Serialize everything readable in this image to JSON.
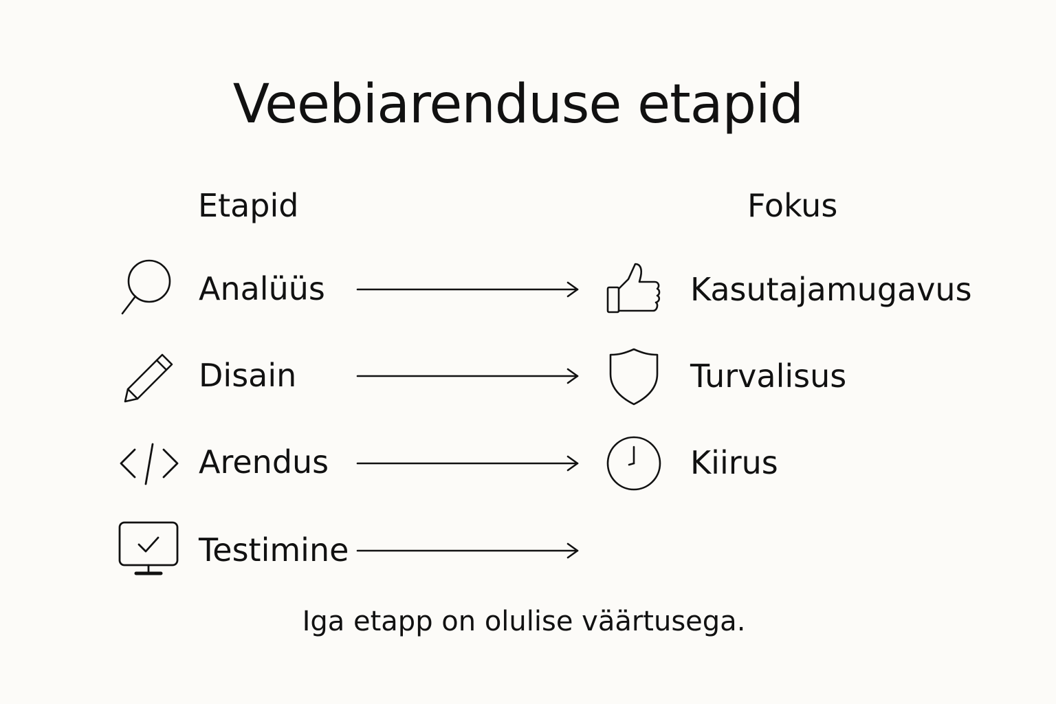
{
  "title": "Veebiarenduse etapid",
  "headers": {
    "stages": "Etapid",
    "focus": "Fokus"
  },
  "stages": [
    {
      "label": "Analüüs",
      "icon": "magnifier-icon"
    },
    {
      "label": "Disain",
      "icon": "pencil-icon"
    },
    {
      "label": "Arendus",
      "icon": "code-icon"
    },
    {
      "label": "Testimine",
      "icon": "monitor-check-icon"
    }
  ],
  "focus": [
    {
      "label": "Kasutajamugavus",
      "icon": "thumbs-up-icon"
    },
    {
      "label": "Turvalisus",
      "icon": "shield-icon"
    },
    {
      "label": "Kiirus",
      "icon": "clock-icon"
    }
  ],
  "footer": "Iga etapp on olulise väärtusega.",
  "colors": {
    "background": "#fcfbf8",
    "ink": "#111111"
  }
}
